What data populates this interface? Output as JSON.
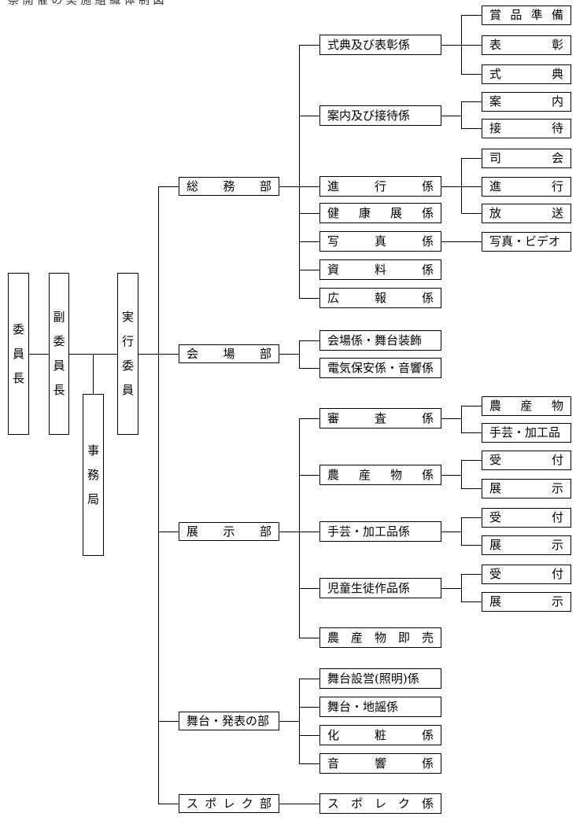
{
  "header": {
    "caption": "祭 開 催 の 実 施 組 織 体 制 図"
  },
  "left": {
    "chairman": "委員長",
    "vice_chairman": "副委員長",
    "secretariat": "事務局",
    "exec_committee": "実行委員"
  },
  "departments": [
    {
      "name": "総務部",
      "sections": [
        {
          "name": "式典及び表彰係",
          "units": [
            "賞品準備",
            "表彰",
            "式典"
          ]
        },
        {
          "name": "案内及び接待係",
          "units": [
            "案内",
            "接待"
          ]
        },
        {
          "name": "進行係",
          "units": [
            "司会",
            "進行",
            "放送"
          ]
        },
        {
          "name": "健康展係",
          "units": []
        },
        {
          "name": "写真係",
          "units": [
            "写真・ビデオ"
          ]
        },
        {
          "name": "資料係",
          "units": []
        },
        {
          "name": "広報係",
          "units": []
        }
      ]
    },
    {
      "name": "会場部",
      "sections": [
        {
          "name": "会場係・舞台装飾",
          "units": []
        },
        {
          "name": "電気保安係・音響係",
          "units": []
        }
      ]
    },
    {
      "name": "展示部",
      "sections": [
        {
          "name": "審査係",
          "units": [
            "農産物",
            "手芸・加工品"
          ]
        },
        {
          "name": "農産物係",
          "units": [
            "受付",
            "展示"
          ]
        },
        {
          "name": "手芸・加工品係",
          "units": [
            "受付",
            "展示"
          ]
        },
        {
          "name": "児童生徒作品係",
          "units": [
            "受付",
            "展示"
          ]
        },
        {
          "name": "農産物即売",
          "units": []
        }
      ]
    },
    {
      "name": "舞台・発表の部",
      "sections": [
        {
          "name": "舞台設営(照明)係",
          "units": []
        },
        {
          "name": "舞台・地謡係",
          "units": []
        },
        {
          "name": "化粧係",
          "units": []
        },
        {
          "name": "音響係",
          "units": []
        }
      ]
    },
    {
      "name": "スポレク部",
      "sections": [
        {
          "name": "スポレク係",
          "units": []
        }
      ]
    }
  ]
}
